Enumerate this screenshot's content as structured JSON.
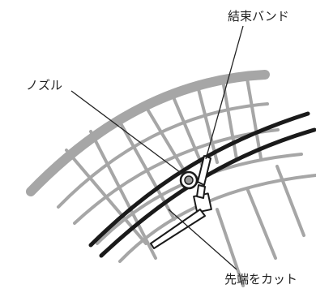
{
  "labels": {
    "band": "結束バンド",
    "nozzle": "ノズル",
    "cut": "先端をカット"
  },
  "colors": {
    "basket_wire": "#a6a6a6",
    "hose": "#1a1a1a",
    "leader_line": "#222222",
    "text": "#222222",
    "background": "#ffffff"
  },
  "icons": [
    "wire-basket-illustration",
    "hose-illustration",
    "nozzle-icon",
    "cable-tie-icon"
  ]
}
